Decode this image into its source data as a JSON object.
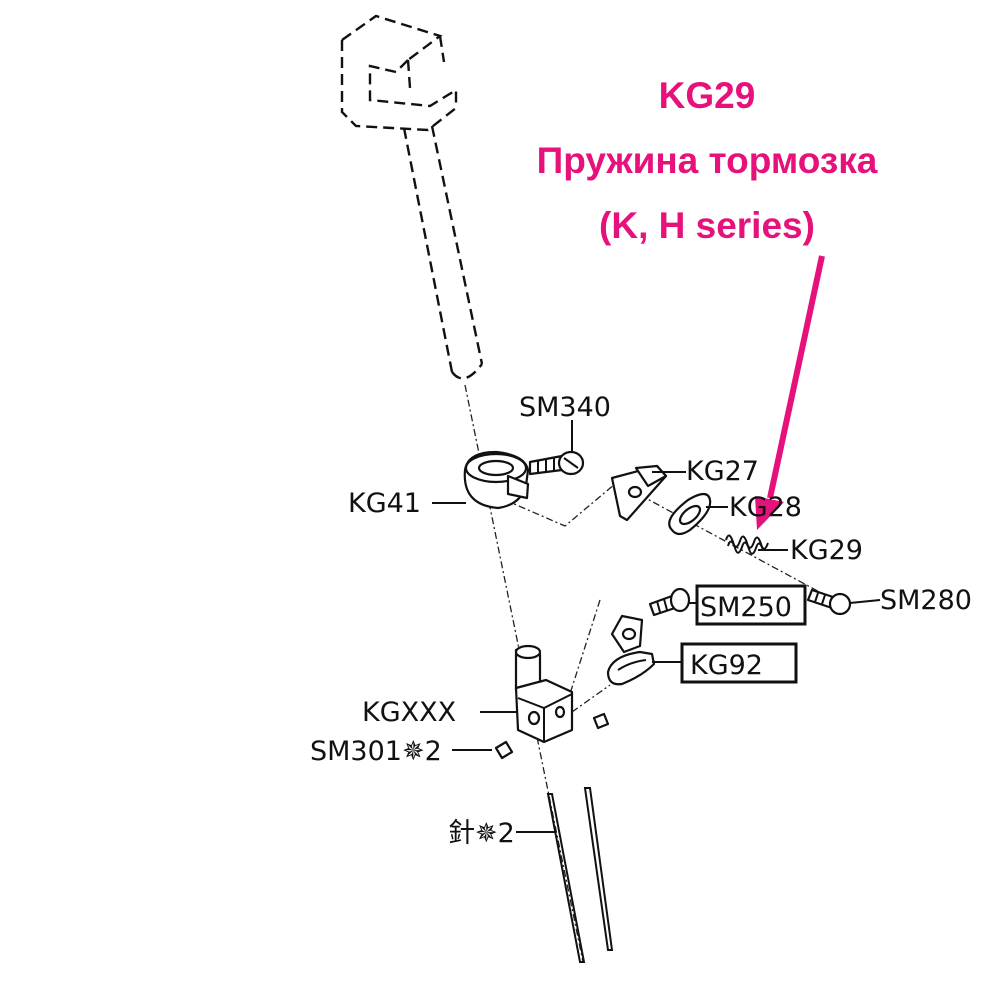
{
  "highlight": {
    "code": "KG29",
    "name": "Пружина тормозка",
    "series": "(K, H series)",
    "color": "#e6117a"
  },
  "labels": {
    "sm340": "SM340",
    "kg41": "KG41",
    "kg27": "KG27",
    "kg28": "KG28",
    "kg29": "KG29",
    "sm280": "SM280",
    "sm250": "SM250",
    "kg92": "KG92",
    "kgxxx": "KGXXX",
    "sm301": "SM301✵2",
    "needle": "針✵2"
  }
}
